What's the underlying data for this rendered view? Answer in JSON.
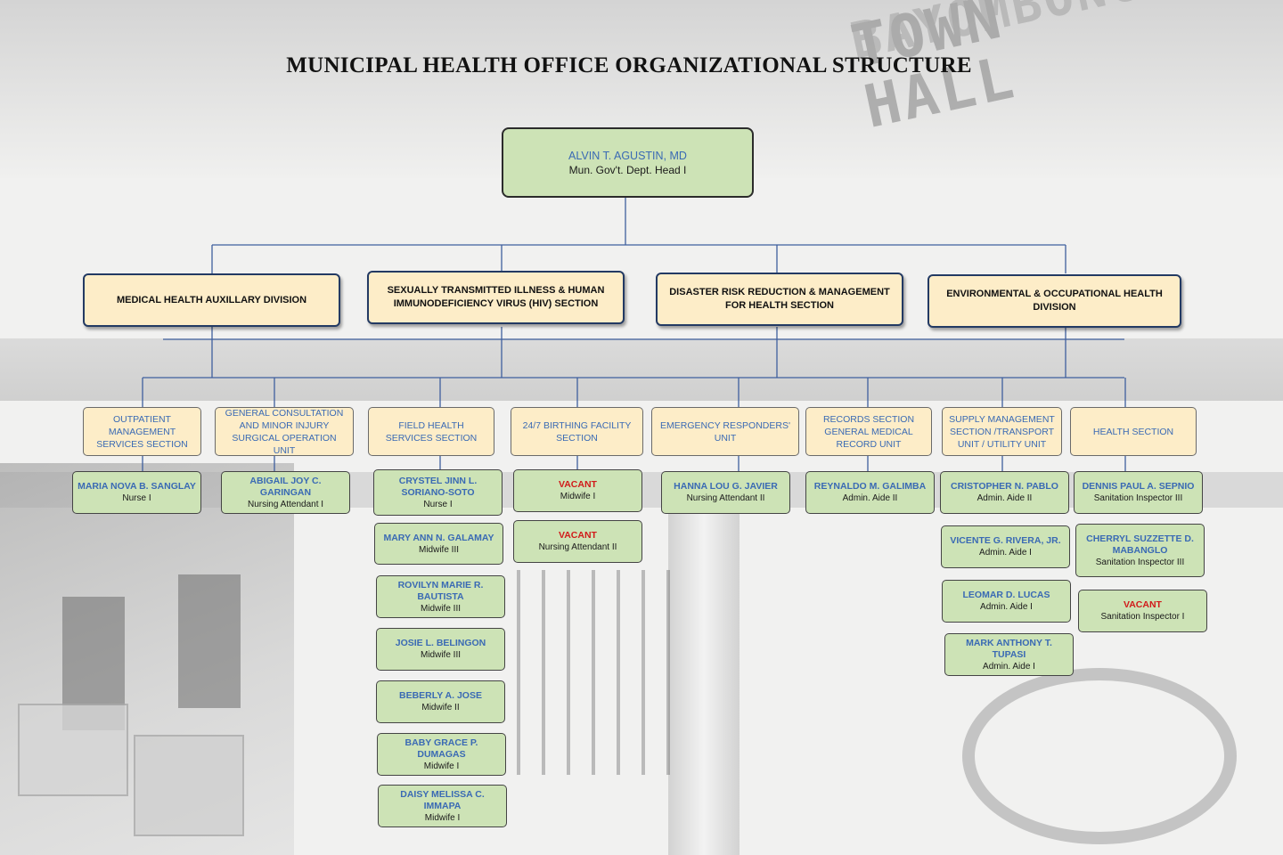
{
  "title": "MUNICIPAL HEALTH OFFICE ORGANIZATIONAL STRUCTURE",
  "sign": {
    "line1": "BAYOMBONG",
    "line2": "TOWN HALL"
  },
  "head": {
    "name": "ALVIN T. AGUSTIN, MD",
    "position": "Mun. Gov't. Dept. Head I"
  },
  "divisions": [
    "MEDICAL HEALTH AUXILLARY DIVISION",
    "SEXUALLY TRANSMITTED ILLNESS & HUMAN IMMUNODEFICIENCY VIRUS (HIV) SECTION",
    "DISASTER RISK REDUCTION & MANAGEMENT FOR HEALTH SECTION",
    "ENVIRONMENTAL & OCCUPATIONAL HEALTH DIVISION"
  ],
  "sections": [
    {
      "label": "OUTPATIENT MANAGEMENT SERVICES SECTION",
      "staff": [
        {
          "name": "MARIA NOVA B. SANGLAY",
          "position": "Nurse I"
        }
      ]
    },
    {
      "label": "GENERAL CONSULTATION AND MINOR INJURY SURGICAL OPERATION UNIT",
      "staff": [
        {
          "name": "ABIGAIL JOY C. GARINGAN",
          "position": "Nursing Attendant I"
        }
      ]
    },
    {
      "label": "FIELD HEALTH SERVICES SECTION",
      "staff": [
        {
          "name": "CRYSTEL JINN L. SORIANO-SOTO",
          "position": "Nurse I"
        },
        {
          "name": "MARY ANN N. GALAMAY",
          "position": "Midwife III"
        },
        {
          "name": "ROVILYN MARIE R. BAUTISTA",
          "position": "Midwife III"
        },
        {
          "name": "JOSIE L. BELINGON",
          "position": "Midwife III"
        },
        {
          "name": "BEBERLY A. JOSE",
          "position": "Midwife II"
        },
        {
          "name": "BABY GRACE P. DUMAGAS",
          "position": "Midwife I"
        },
        {
          "name": "DAISY MELISSA C. IMMAPA",
          "position": "Midwife I"
        }
      ]
    },
    {
      "label": "24/7 BIRTHING FACILITY SECTION",
      "staff": [
        {
          "name": "VACANT",
          "position": "Midwife I",
          "vacant": true
        },
        {
          "name": "VACANT",
          "position": "Nursing Attendant II",
          "vacant": true
        }
      ]
    },
    {
      "label": "EMERGENCY RESPONDERS' UNIT",
      "staff": [
        {
          "name": "HANNA LOU G. JAVIER",
          "position": "Nursing Attendant II"
        }
      ]
    },
    {
      "label": "RECORDS SECTION GENERAL MEDICAL RECORD UNIT",
      "staff": [
        {
          "name": "REYNALDO M. GALIMBA",
          "position": "Admin. Aide II"
        }
      ]
    },
    {
      "label": "SUPPLY MANAGEMENT SECTION /TRANSPORT UNIT / UTILITY UNIT",
      "staff": [
        {
          "name": "CRISTOPHER N. PABLO",
          "position": "Admin. Aide II"
        },
        {
          "name": "VICENTE G. RIVERA, JR.",
          "position": "Admin. Aide I"
        },
        {
          "name": "LEOMAR D. LUCAS",
          "position": "Admin. Aide I"
        },
        {
          "name": "MARK ANTHONY T. TUPASI",
          "position": "Admin. Aide I"
        }
      ]
    },
    {
      "label": "HEALTH SECTION",
      "staff": [
        {
          "name": "DENNIS PAUL A. SEPNIO",
          "position": "Sanitation Inspector III"
        },
        {
          "name": "CHERRYL SUZZETTE D. MABANGLO",
          "position": "Sanitation Inspector III"
        },
        {
          "name": "VACANT",
          "position": "Sanitation Inspector I",
          "vacant": true
        }
      ]
    }
  ],
  "colors": {
    "name_text": "#3a6ab4",
    "vacant_text": "#d11a1a",
    "person_fill": "#cde3b6",
    "unit_fill": "#fdedc8",
    "connector": "#3f5f9e"
  }
}
